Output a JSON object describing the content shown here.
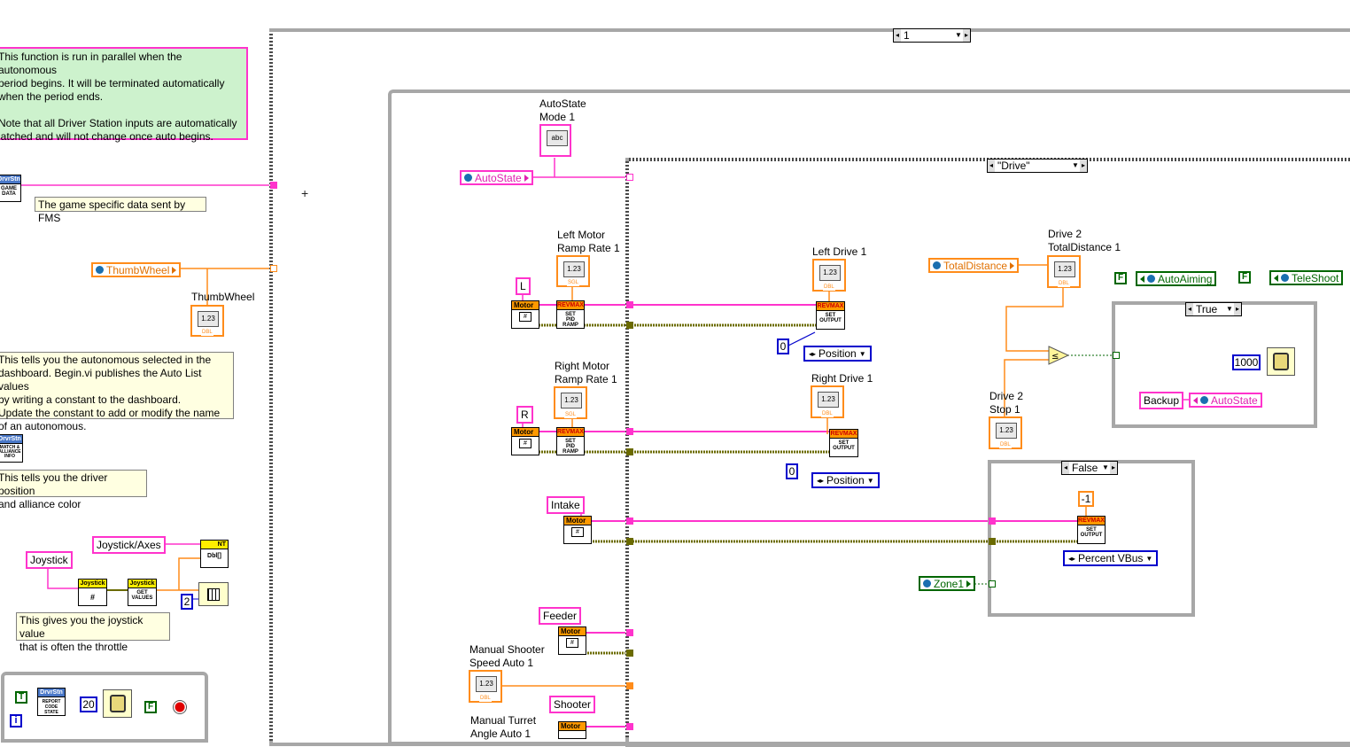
{
  "comments": {
    "auto_intro": "This function is run in parallel when the autonomous\nperiod begins. It will be terminated automatically\nwhen the period ends.\n\nNote that all Driver Station inputs are automatically\nlatched and will not change once auto begins.",
    "game_data": "The game specific data sent by FMS",
    "autonomous_selected": "This tells you the autonomous selected in the\ndashboard. Begin.vi publishes the Auto List values\nby writing a constant to the dashboard.\nUpdate the constant to add or modify the name\nof an autonomous.",
    "driver_position": "This tells you the driver position\nand alliance color",
    "joystick_value": "This gives you the joystick value\nthat is often the throttle"
  },
  "sequence_selector": "1",
  "case_drive": "\"Drive\"",
  "case_true": "True",
  "case_false": "False",
  "globals": {
    "autostate": "AutoState",
    "thumbwheel": "ThumbWheel",
    "total_distance": "TotalDistance",
    "auto_aiming": "AutoAiming",
    "teleshoot": "TeleShoot",
    "zone1": "Zone1",
    "autostate_write": "AutoState"
  },
  "labels": {
    "autostate_mode": "AutoState\nMode 1",
    "thumbwheel": "ThumbWheel",
    "left_motor_ramp": "Left Motor\nRamp Rate 1",
    "right_motor_ramp": "Right Motor\nRamp Rate 1",
    "left_drive": "Left Drive 1",
    "right_drive": "Right Drive 1",
    "drive2_total": "Drive 2\nTotalDistance 1",
    "drive2_stop": "Drive 2\nStop 1",
    "manual_shooter": "Manual Shooter\nSpeed Auto 1",
    "manual_turret": "Manual Turret\nAngle Auto 1"
  },
  "constants": {
    "L": "L",
    "R": "R",
    "intake": "Intake",
    "feeder": "Feeder",
    "shooter": "Shooter",
    "joystick": "Joystick",
    "joystick_axes": "Joystick/Axes",
    "backup": "Backup",
    "zero_left": "0",
    "zero_right": "0",
    "minus_one": "-1",
    "thousand": "1000",
    "two": "2",
    "twenty": "20",
    "position_left": "Position",
    "position_right": "Position",
    "percent_vbus": "Percent VBus",
    "bool_t": "T",
    "bool_f1": "F",
    "bool_f2": "F",
    "bool_f3": "F",
    "info_i": "i"
  },
  "nodes": {
    "motor": "Motor",
    "revmax": "REVMAX",
    "set_pid_ramp": "SET\nPID\nRAMP",
    "set_output": "SET\nOUTPUT",
    "drvrstn": "DrvrStn",
    "game_data": "GAME\nDATA",
    "match_info": "MATCH &\nALLIANCE\nINFO",
    "report_state": "REPORT\nCODE\nSTATE",
    "joystick_vi": "Joystick",
    "get_values": "GET\nVALUES",
    "nt": "NT",
    "dbl_arr": "Dbl[]"
  },
  "colors": {
    "string_wire": "#ff33cc",
    "numeric_wire": "#ff8c1a",
    "refnum_wire": "#6b6b00",
    "bool_wire": "#006600",
    "frame": "#a7a7a7"
  }
}
